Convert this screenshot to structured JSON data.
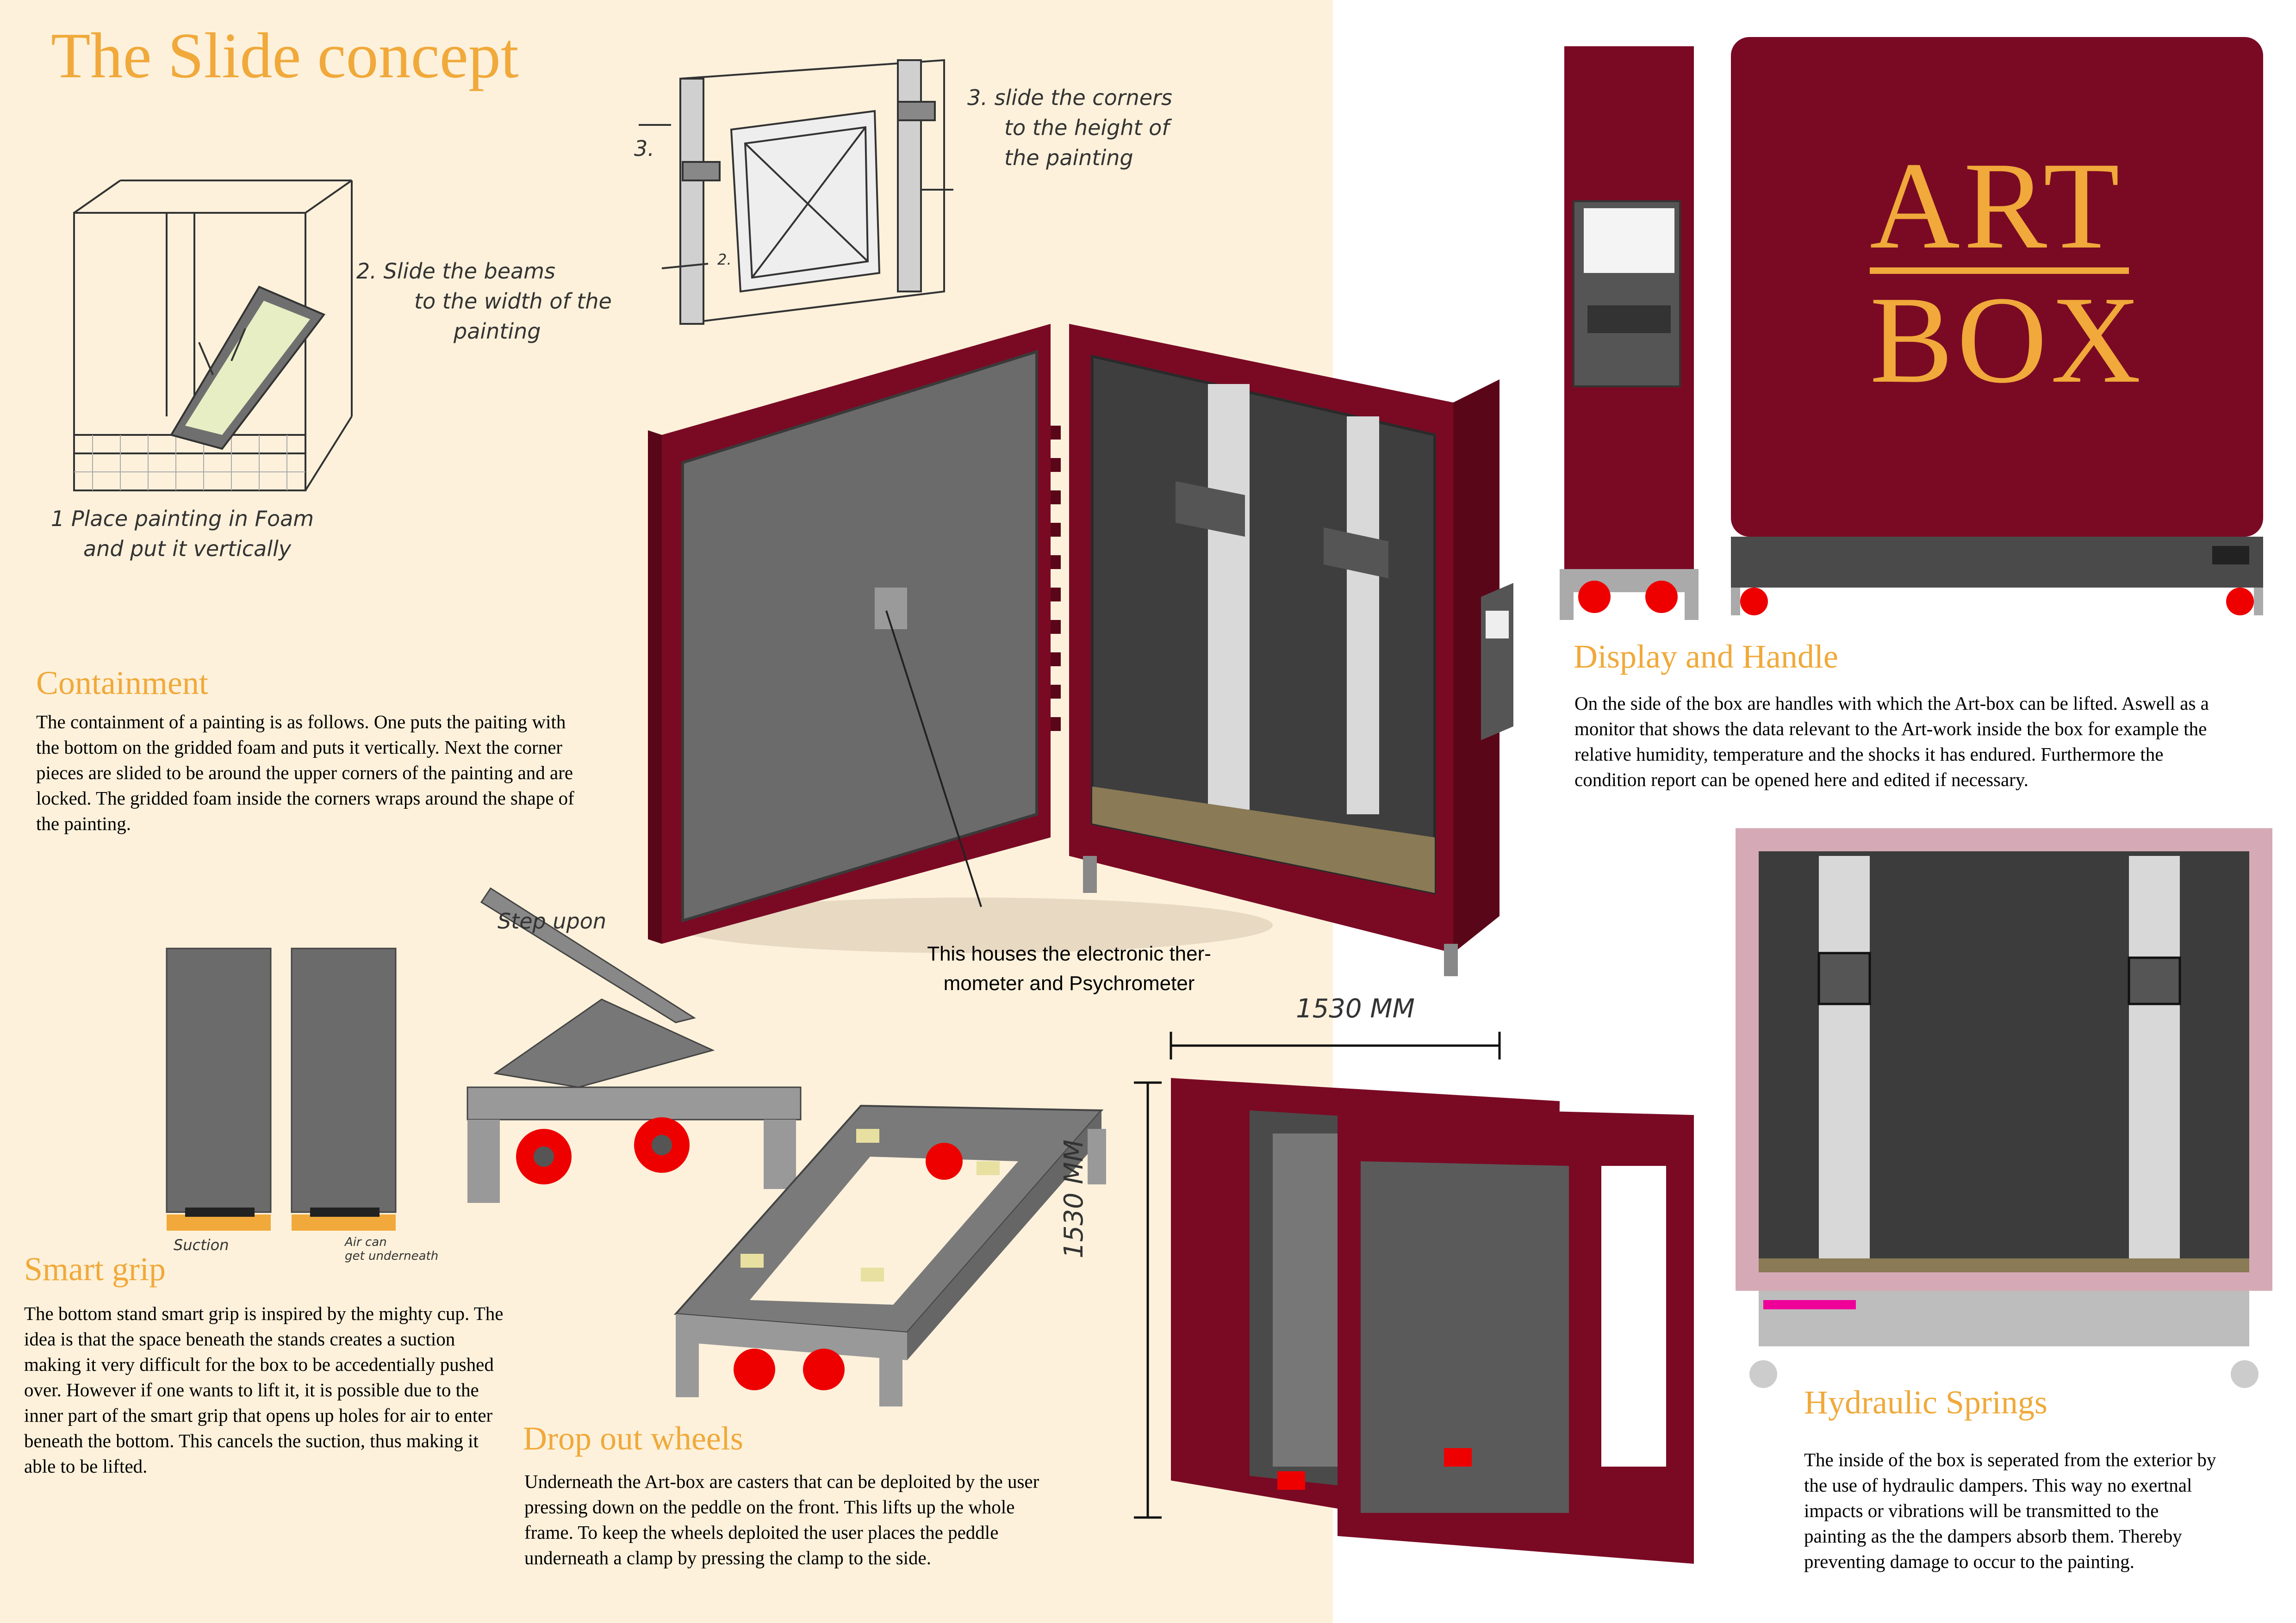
{
  "title": "The Slide concept",
  "sketch": {
    "step1_line1": "1 Place painting in Foam",
    "step1_line2": "and put it vertically",
    "step2_line1": "2.  Slide the beams",
    "step2_line2": "to the width of the",
    "step2_line3": "painting",
    "step3_line1": "3. slide the corners",
    "step3_line2": "to the height of",
    "step3_line3": "the painting",
    "marker3": "3.",
    "marker2": "2."
  },
  "containment": {
    "heading": "Containment",
    "body": "The containment of a painting is as follows. One puts the paiting with the bottom on the gridded foam and puts it vertically. Next the corner pieces are slided to be around the upper corners of the painting and are locked. The gridded foam inside the corners wraps around the shape of the painting."
  },
  "thermometer_caption": {
    "line1": "This houses the electronic ther-",
    "line2": "mometer and Psychrometer"
  },
  "smart_grip": {
    "heading": "Smart grip",
    "body": "The bottom stand smart grip is inspired by the mighty cup. The idea is that the space beneath the stands creates a suction making it very difficult for the box to be accedentially pushed over. However if one wants to lift it, it is possible due to the inner part of the smart grip that opens up holes for air to enter beneath the bottom. This cancels the suction, thus making it able to be lifted.",
    "label_suction": "Suction",
    "label_air_line1": "Air can",
    "label_air_line2": "get underneath"
  },
  "drop_out_wheels": {
    "heading": "Drop out wheels",
    "body": "Underneath the Art-box are casters that can be deploited by the user pressing down on the peddle on the front. This lifts up the whole frame. To keep the wheels deploited the user places the peddle underneath a clamp by pressing the clamp to the side.",
    "step_label": "Step upon"
  },
  "dimensions": {
    "width": "1530 MM",
    "height": "1530 MM"
  },
  "logo": {
    "line1": "ART",
    "line2": "BOX"
  },
  "display_handle": {
    "heading": "Display and Handle",
    "body": "On the side of the box are handles with which the Art-box can be lifted. Aswell as a monitor that shows the data relevant to the Art-work inside the box for example the relative humidity, temperature and the shocks it has endured. Furthermore the condition report can be opened here and edited if necessary."
  },
  "hydraulic": {
    "heading": "Hydraulic Springs",
    "body": "The inside of the box is seperated from the exterior by the use of hydraulic dampers. This way no exertnal impacts or vibrations will be transmitted to the painting as the the dampers absorb them. Thereby preventing damage to occur to the painting."
  },
  "colors": {
    "accent": "#f0a93a",
    "box": "#7a0a24",
    "cream": "#fdf1db",
    "interior": "#5e5e5e"
  }
}
